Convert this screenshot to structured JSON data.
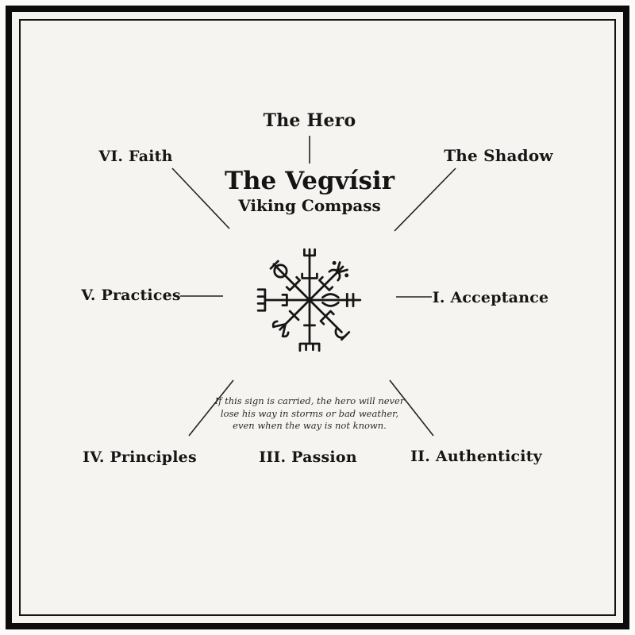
{
  "page": {
    "title": "The Vegvísir",
    "subtitle": "Viking Compass",
    "caption_lines": [
      "If this sign is carried, the hero will never",
      "lose his way in storms or bad weather,",
      "even when the way is not known."
    ]
  },
  "labels": {
    "hero": "The Hero",
    "shadow": "The Shadow",
    "acceptance": "I. Acceptance",
    "authenticity": "II. Authenticity",
    "passion": "III. Passion",
    "principles": "IV. Principles",
    "practices": "V. Practices",
    "faith": "VI. Faith"
  },
  "symbol": {
    "name": "vegvisir-viking-compass"
  },
  "colors": {
    "background": "#f5f4f0",
    "frame": "#0c0c0c",
    "ink": "#161616"
  }
}
